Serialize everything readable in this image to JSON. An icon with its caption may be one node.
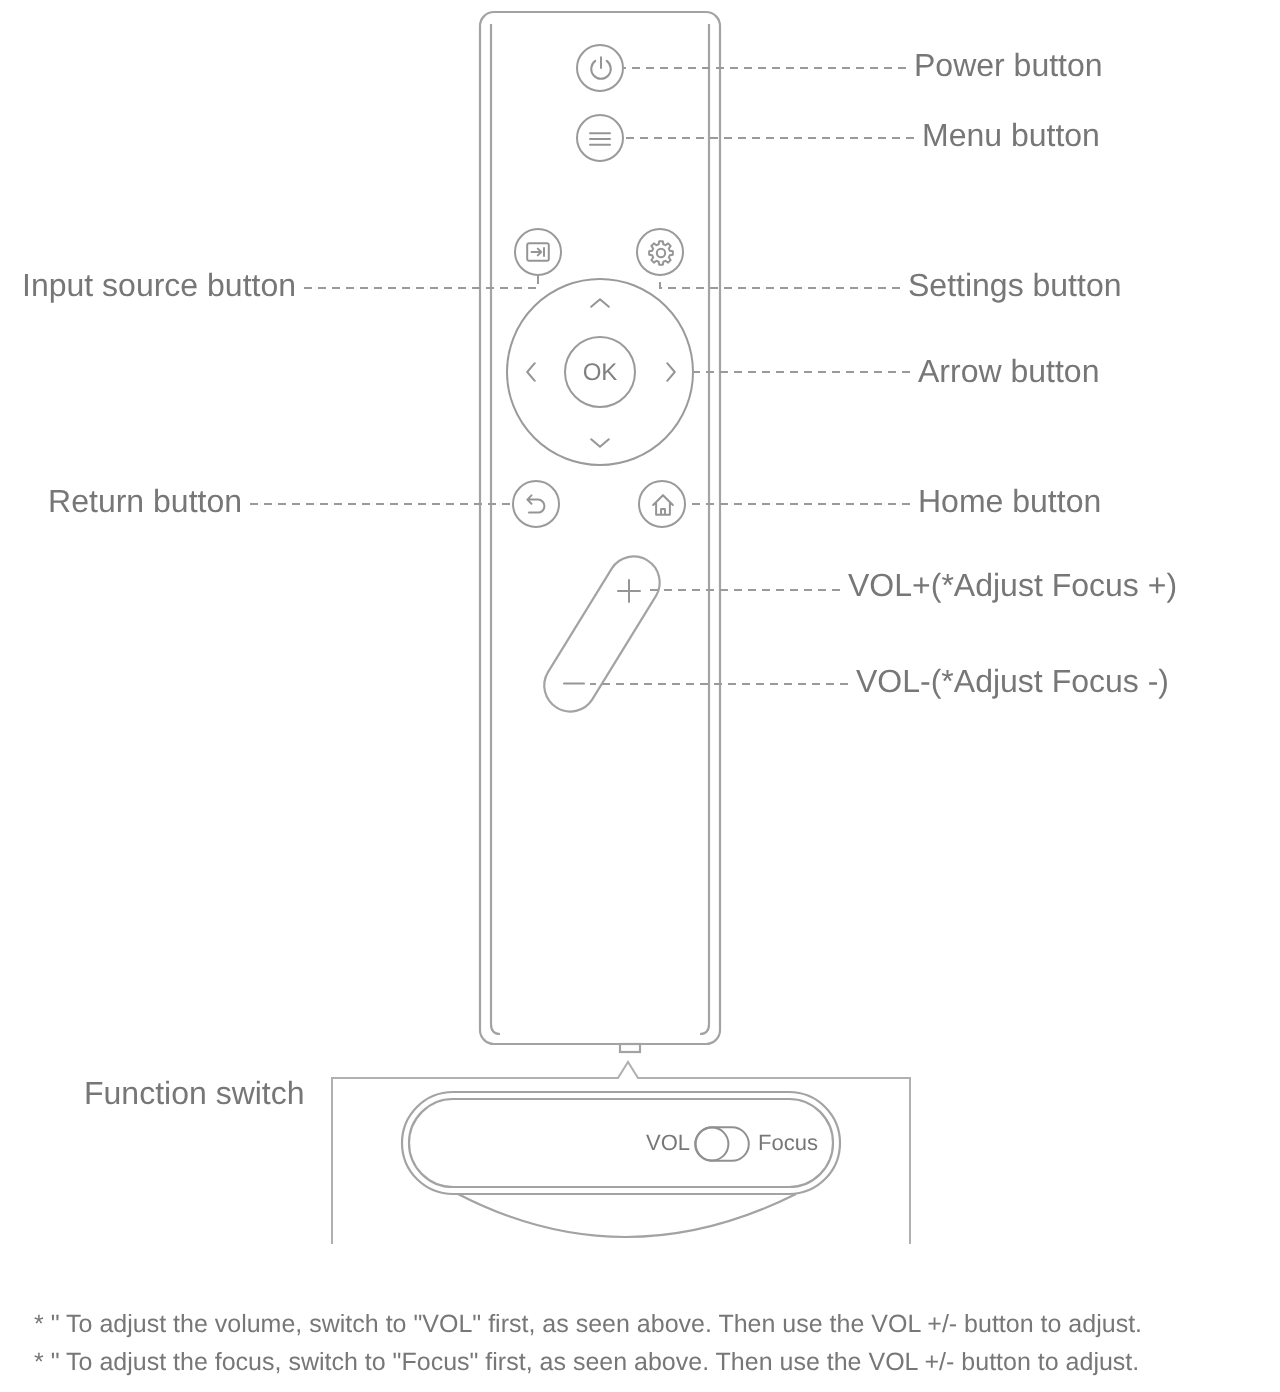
{
  "diagram": {
    "nodes": [
      {
        "text": [
          "Power button"
        ]
      },
      {
        "text": [],
        "shape": "circle"
      },
      {
        "text": [
          "Menu button"
        ]
      },
      {
        "text": [],
        "shape": "circle"
      },
      {
        "text": [
          "Input source button"
        ]
      },
      {
        "text": [],
        "shape": "circle"
      },
      {
        "text": [],
        "shape": "circle"
      },
      {
        "text": [
          "Settings button"
        ]
      },
      {
        "text": [],
        "shape": "circle"
      },
      {
        "text": [
          "OK"
        ],
        "in": 8
      },
      {
        "text": [
          "Arrow button"
        ]
      },
      {
        "text": [
          "Return button"
        ]
      },
      {
        "text": [],
        "shape": "circle"
      },
      {
        "text": [],
        "shape": "circle"
      },
      {
        "text": [
          "Home button"
        ]
      },
      {
        "text": [],
        "shape": "plus"
      },
      {
        "text": [
          "VOL+(*Adjust Focus +)"
        ]
      },
      {
        "text": [],
        "shape": "minus"
      },
      {
        "text": [
          "VOL-(*Adjust Focus -)"
        ]
      }
    ],
    "edges": [
      {
        "from": 0,
        "to": 1,
        "arrow": "none",
        "style": "dashed"
      },
      {
        "from": 2,
        "to": 3,
        "arrow": "none",
        "style": "dashed"
      },
      {
        "from": 4,
        "to": 5,
        "arrow": "none",
        "style": "dashed"
      },
      {
        "from": 7,
        "to": 6,
        "arrow": "none",
        "style": "dashed"
      },
      {
        "from": 10,
        "to": 8,
        "arrow": "none",
        "style": "dashed"
      },
      {
        "from": 11,
        "to": 12,
        "arrow": "none",
        "style": "dashed"
      },
      {
        "from": 14,
        "to": 13,
        "arrow": "none",
        "style": "dashed"
      },
      {
        "from": 16,
        "to": 15,
        "arrow": "none",
        "style": "dashed"
      },
      {
        "from": 18,
        "to": 17,
        "arrow": "none",
        "style": "dashed"
      }
    ],
    "labels": [
      "Function switch",
      "VOL",
      "Focus",
      "* \" To adjust the volume, switch to \"VOL\" first, as seen above. Then use the VOL +/- button to adjust.",
      "* \" To adjust the focus, switch to \"Focus\" first, as seen above. Then use the VOL +/- button to adjust."
    ]
  }
}
